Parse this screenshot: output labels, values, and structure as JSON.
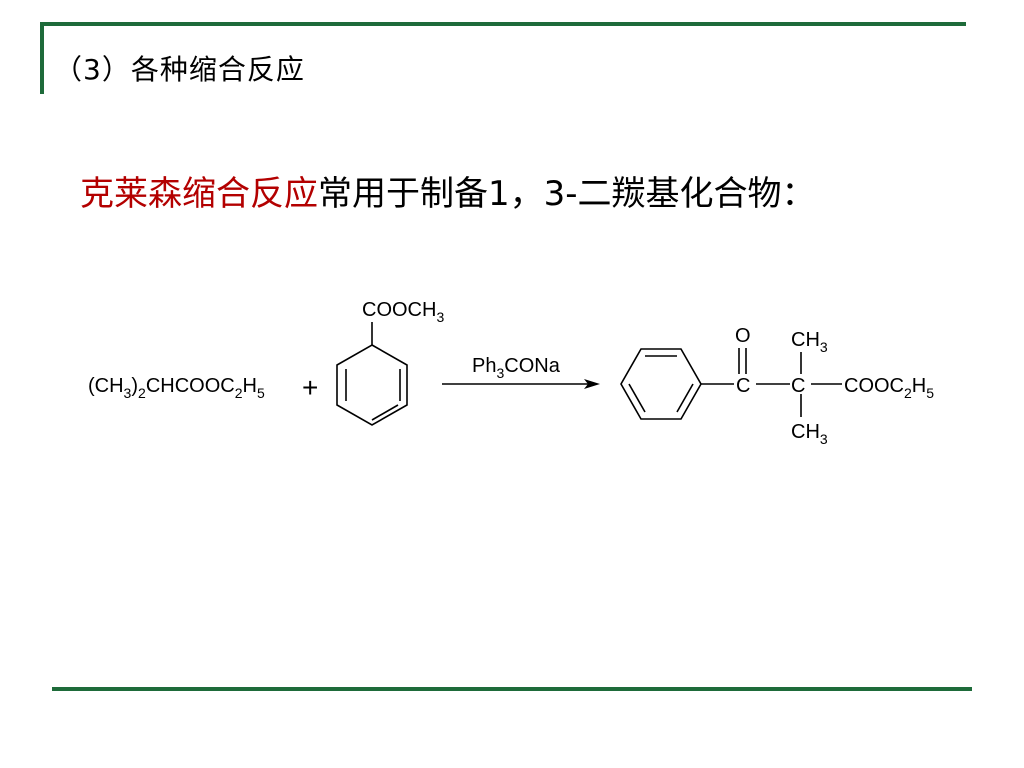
{
  "slide": {
    "title": "（3）各种缩合反应",
    "subtitle_highlight": "克莱森缩合反应",
    "subtitle_rest": "常用于制备1，3-二羰基化合物：",
    "accent_color": "#1e6b3a",
    "highlight_color": "#b30000"
  },
  "reaction": {
    "reactant1": {
      "parts": [
        "(CH",
        "3",
        ")",
        "2",
        "CHCOOC",
        "2",
        "H",
        "5"
      ]
    },
    "plus": "+",
    "reactant2_substituent": {
      "main": "COOCH",
      "sub": "3"
    },
    "reagent": {
      "main": "Ph",
      "sub": "3",
      "rest": "CONa"
    },
    "product": {
      "oxygen": "O",
      "carbonyl_carbon": "C",
      "quaternary_carbon": "C",
      "methyl_top": {
        "main": "CH",
        "sub": "3"
      },
      "methyl_bottom": {
        "main": "CH",
        "sub": "3"
      },
      "ester": {
        "parts": [
          "COOC",
          "2",
          "H",
          "5"
        ]
      }
    }
  }
}
